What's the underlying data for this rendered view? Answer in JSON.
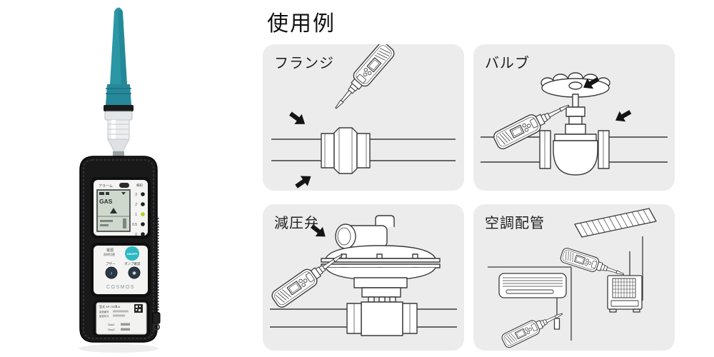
{
  "page": {
    "title": "使用例"
  },
  "colors": {
    "panel_bg": "#ececec",
    "line_art": "#3a3a3a",
    "arrow": "#141414",
    "probe_teal": "#2b96a4",
    "probe_collar_teal": "#1f7d8c",
    "power_button_teal": "#2eb9c3",
    "led_active": "#b8cc22",
    "case_black": "#191919",
    "lcd_bg": "#cfd8cd"
  },
  "device_photo": {
    "alarm_label": "アラーム",
    "led_title": "検知",
    "led_scale": [
      "3",
      "2",
      "1",
      "0.5",
      "0"
    ],
    "lcd_text": "GAS",
    "power_label": "電源",
    "power_sub_label": "照明切替",
    "power_button_label": "ON/OFF",
    "buzzer_label": "ブザー",
    "pump_label": "ポンプ確認",
    "brand": "COSMOS",
    "nameplate": {
      "model": "型式 XP-702Ⅲ-A",
      "serial_label": "製造番号",
      "date_label": "製造年月",
      "gas1_label": "Gas1",
      "gas2_label": "Gas2"
    }
  },
  "usage_panels": [
    {
      "label": "フランジ"
    },
    {
      "label": "バルブ"
    },
    {
      "label": "減圧弁"
    },
    {
      "label": "空調配管"
    }
  ]
}
